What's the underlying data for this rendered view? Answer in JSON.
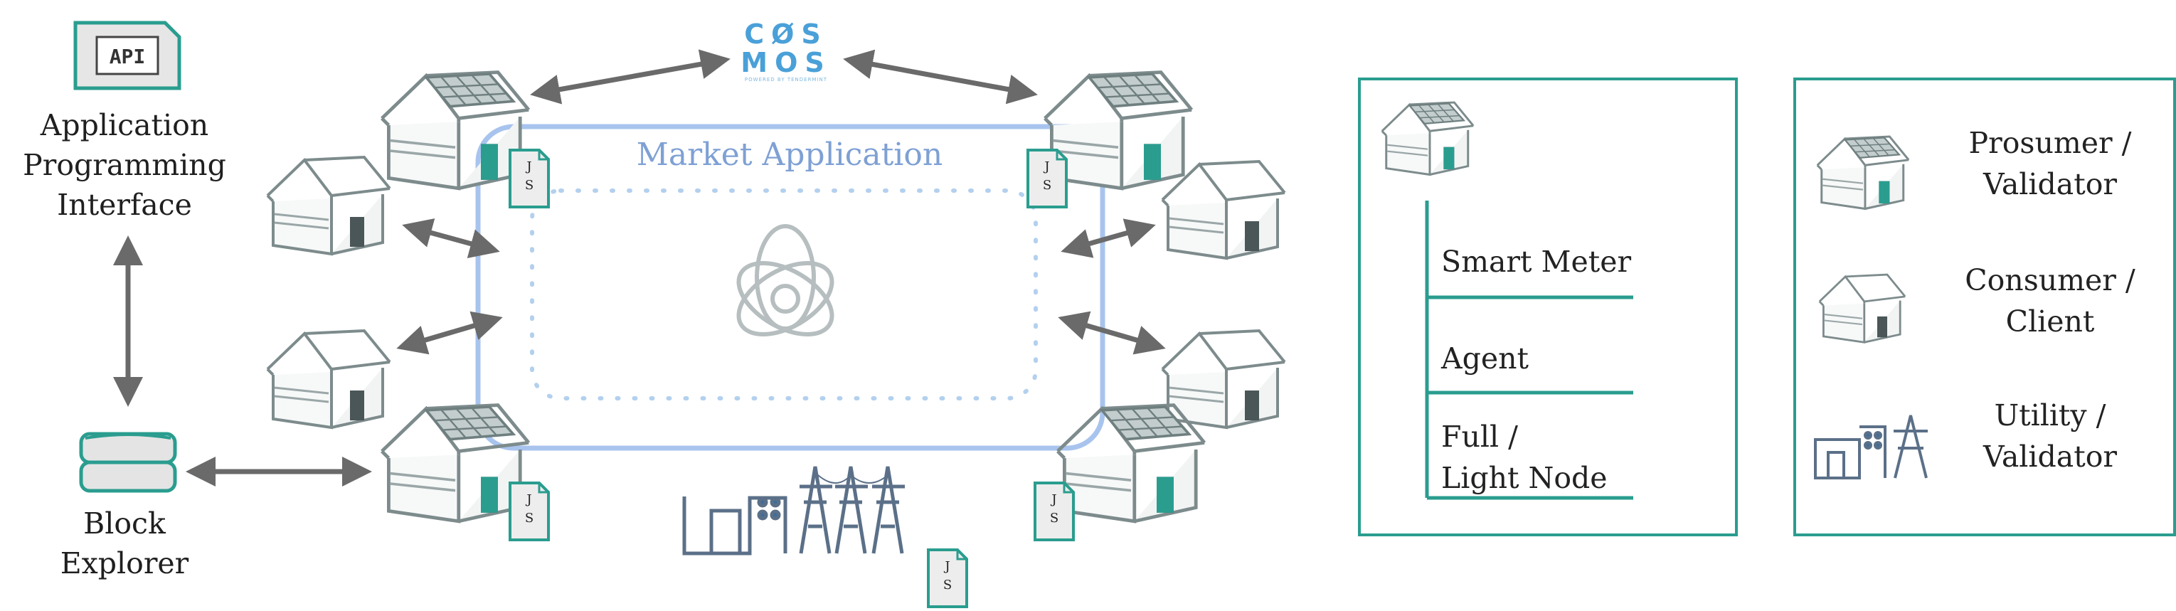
{
  "api": {
    "icon_text": "API",
    "label_lines": [
      "Application",
      "Programming",
      "Interface"
    ]
  },
  "block_explorer": {
    "label_lines": [
      "Block",
      "Explorer"
    ]
  },
  "cosmos": {
    "line1": "CØS",
    "line2": "MOS",
    "tagline": "POWERED BY TENDERMINT"
  },
  "market": {
    "title": "Market Application"
  },
  "js_badge": {
    "line1": "J",
    "line2": "S"
  },
  "layers_panel": {
    "items": [
      "Smart Meter",
      "Agent",
      "Full /",
      "Light Node"
    ]
  },
  "legend_panel": {
    "items": [
      {
        "line1": "Prosumer /",
        "line2": "Validator",
        "icon": "prosumer-house-icon"
      },
      {
        "line1": "Consumer /",
        "line2": "Client",
        "icon": "consumer-house-icon"
      },
      {
        "line1": "Utility /",
        "line2": "Validator",
        "icon": "utility-plant-icon"
      }
    ]
  },
  "colors": {
    "teal": "#2a9d8f",
    "house": "#6f7f80",
    "arrow": "#6a6a6a",
    "market": "#a8c4ee",
    "dots": "#b3d0ee",
    "cosmos": "#4aa0d8"
  }
}
